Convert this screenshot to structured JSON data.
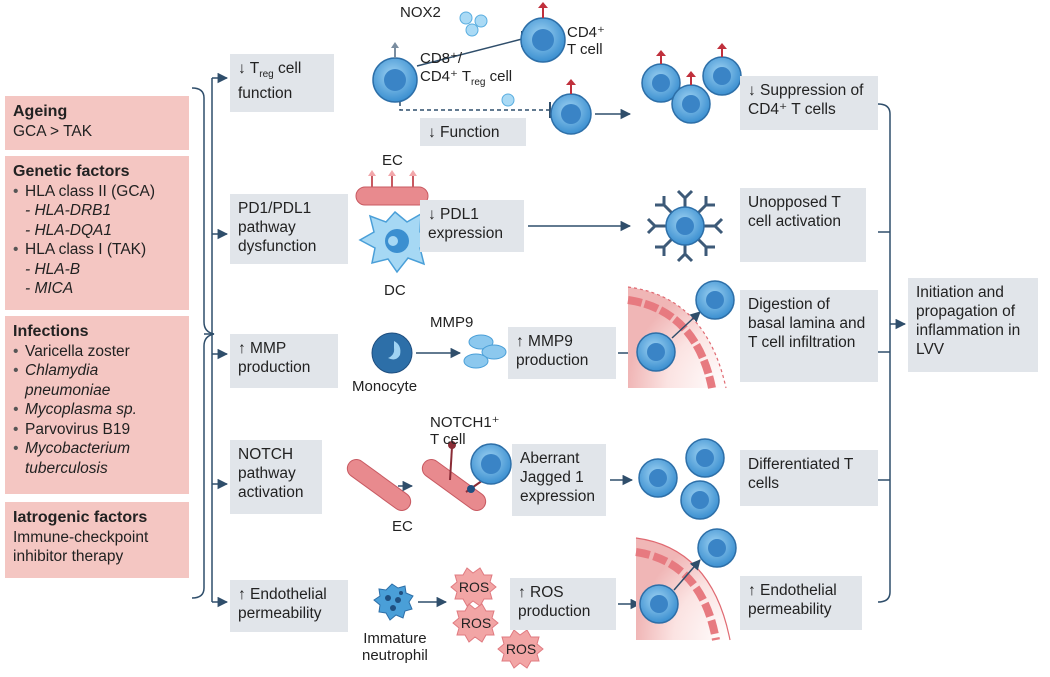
{
  "risk_factors": {
    "ageing": {
      "title": "Ageing",
      "text": "GCA > TAK"
    },
    "genetic": {
      "title": "Genetic factors",
      "hla2": "HLA class II (GCA)",
      "drb1": "- HLA-DRB1",
      "dqa1": "- HLA-DQA1",
      "hla1": "HLA class I (TAK)",
      "hlab": "- HLA-B",
      "mica": "- MICA"
    },
    "infections": {
      "title": "Infections",
      "i1": "Varicella zoster",
      "i2": "Chlamydia pneumoniae",
      "i3": "Mycoplasma sp.",
      "i4": "Parvovirus B19",
      "i5": "Mycobacterium tuberculosis"
    },
    "iatrogenic": {
      "title": "Iatrogenic factors",
      "text": "Immune-checkpoint inhibitor therapy"
    }
  },
  "pathways": {
    "treg": {
      "box_pre": "↓ T",
      "box_sub": "reg",
      "box_post": " cell function",
      "nox2": "NOX2",
      "cd8_line1": "CD8⁺/",
      "cd8_pre": "CD4⁺ T",
      "cd8_sub": "reg",
      "cd8_post": " cell",
      "cd4_line1": "CD4⁺",
      "cd4_line2": "T cell",
      "function_box": "↓ Function",
      "outcome": "↓ Suppression of CD4⁺ T cells"
    },
    "pd1": {
      "box": "PD1/PDL1 pathway dysfunction",
      "ec": "EC",
      "dc": "DC",
      "mid_box": "↓ PDL1 expression",
      "outcome": "Unopposed T cell activation"
    },
    "mmp": {
      "box": "↑ MMP production",
      "monocyte": "Monocyte",
      "mmp9": "MMP9",
      "mid_box": "↑ MMP9 production",
      "outcome": "Digestion of basal lamina and T cell infiltration"
    },
    "notch": {
      "box": "NOTCH pathway activation",
      "ec": "EC",
      "notch_line1": "NOTCH1⁺",
      "notch_line2": "T cell",
      "mid_box": "Aberrant Jagged 1 expression",
      "outcome": "Differentiated T cells"
    },
    "endo": {
      "box": "↑ Endothelial permeability",
      "neutrophil_line1": "Immature",
      "neutrophil_line2": "neutrophil",
      "ros": "ROS",
      "mid_box": "↑ ROS production",
      "outcome": "↑ Endothelial permeability"
    }
  },
  "final": "Initiation and propagation of inflammation in LVV",
  "colors": {
    "risk_box": "#f4c6c2",
    "gray_box": "#e1e5ea",
    "cell_blue": "#4a9fd8",
    "endothelial_red": "#e27a80",
    "connector": "#2f4e6b"
  }
}
